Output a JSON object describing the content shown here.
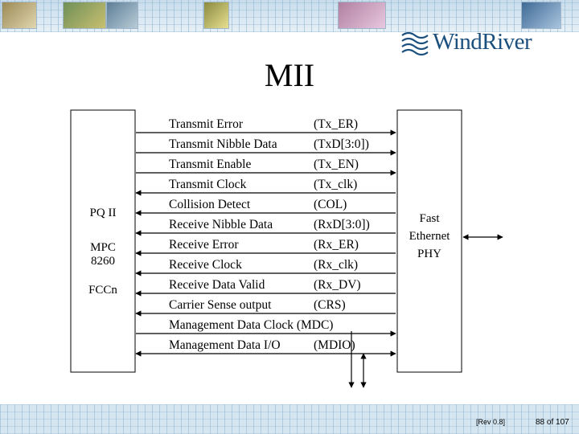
{
  "title": "MII",
  "logo_text": "WindRiver",
  "left_block": {
    "label1": "PQ II",
    "label2_line1": "MPC",
    "label2_line2": "8260",
    "label3": "FCCn"
  },
  "right_block": {
    "line1": "Fast",
    "line2": "Ethernet",
    "line3": "PHY"
  },
  "signals": [
    {
      "name": "Transmit Error",
      "abbr": "(Tx_ER)",
      "dir": "right"
    },
    {
      "name": "Transmit Nibble Data",
      "abbr": "(TxD[3:0])",
      "dir": "right"
    },
    {
      "name": "Transmit Enable",
      "abbr": "(Tx_EN)",
      "dir": "right"
    },
    {
      "name": "Transmit Clock",
      "abbr": "(Tx_clk)",
      "dir": "left"
    },
    {
      "name": "Collision Detect",
      "abbr": "(COL)",
      "dir": "left"
    },
    {
      "name": "Receive Nibble Data",
      "abbr": "(RxD[3:0])",
      "dir": "left"
    },
    {
      "name": "Receive Error",
      "abbr": "(Rx_ER)",
      "dir": "left"
    },
    {
      "name": "Receive Clock",
      "abbr": "(Rx_clk)",
      "dir": "left"
    },
    {
      "name": "Receive Data Valid",
      "abbr": "(Rx_DV)",
      "dir": "left"
    },
    {
      "name": "Carrier Sense output",
      "abbr": "(CRS)",
      "dir": "left"
    },
    {
      "name": "Management Data Clock (MDC)",
      "abbr": "",
      "dir": "right"
    },
    {
      "name": "Management Data I/O",
      "abbr": "(MDIO)",
      "dir": "both"
    }
  ],
  "footer": {
    "revision": "[Rev 0.8]",
    "page": "88 of 107"
  },
  "colors": {
    "band": "#d3e4f0",
    "logo": "#1b4f7d"
  }
}
